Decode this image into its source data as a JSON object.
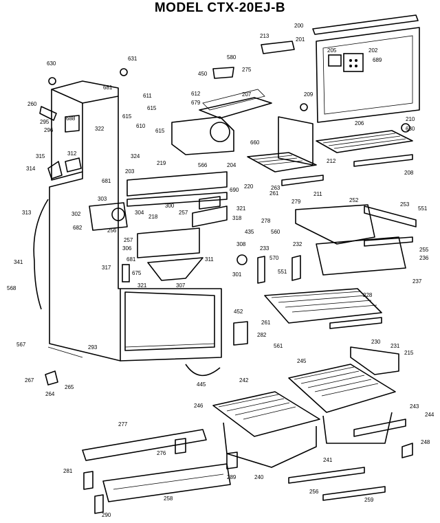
{
  "title": "MODEL CTX-20EJ-B",
  "callouts": [
    {
      "id": "c630a",
      "text": "630"
    },
    {
      "id": "c631",
      "text": "631"
    },
    {
      "id": "c580",
      "text": "580"
    },
    {
      "id": "c213",
      "text": "213"
    },
    {
      "id": "c200",
      "text": "200"
    },
    {
      "id": "c201",
      "text": "201"
    },
    {
      "id": "c205",
      "text": "205"
    },
    {
      "id": "c202",
      "text": "202"
    },
    {
      "id": "c689",
      "text": "689"
    },
    {
      "id": "c450",
      "text": "450"
    },
    {
      "id": "c275",
      "text": "275"
    },
    {
      "id": "c681",
      "text": "681"
    },
    {
      "id": "c612",
      "text": "612"
    },
    {
      "id": "c679",
      "text": "679"
    },
    {
      "id": "c207",
      "text": "207"
    },
    {
      "id": "c209",
      "text": "209"
    },
    {
      "id": "c260",
      "text": "260"
    },
    {
      "id": "c611",
      "text": "611"
    },
    {
      "id": "c615a",
      "text": "615"
    },
    {
      "id": "c615b",
      "text": "615"
    },
    {
      "id": "c615c",
      "text": "615"
    },
    {
      "id": "c610",
      "text": "610"
    },
    {
      "id": "c688",
      "text": "688"
    },
    {
      "id": "c322",
      "text": "322"
    },
    {
      "id": "c295",
      "text": "295"
    },
    {
      "id": "c296",
      "text": "296"
    },
    {
      "id": "c206",
      "text": "206"
    },
    {
      "id": "c210",
      "text": "210"
    },
    {
      "id": "c630b",
      "text": "630"
    },
    {
      "id": "c660",
      "text": "660"
    },
    {
      "id": "c324",
      "text": "324"
    },
    {
      "id": "c315",
      "text": "315"
    },
    {
      "id": "c312",
      "text": "312"
    },
    {
      "id": "c219",
      "text": "219"
    },
    {
      "id": "c566",
      "text": "566"
    },
    {
      "id": "c204",
      "text": "204"
    },
    {
      "id": "c212",
      "text": "212"
    },
    {
      "id": "c208",
      "text": "208"
    },
    {
      "id": "c314",
      "text": "314"
    },
    {
      "id": "c203",
      "text": "203"
    },
    {
      "id": "c681b",
      "text": "681"
    },
    {
      "id": "c690",
      "text": "690"
    },
    {
      "id": "c220",
      "text": "220"
    },
    {
      "id": "c263",
      "text": "263"
    },
    {
      "id": "c211",
      "text": "211"
    },
    {
      "id": "c313",
      "text": "313"
    },
    {
      "id": "c303",
      "text": "303"
    },
    {
      "id": "c300",
      "text": "300"
    },
    {
      "id": "c218",
      "text": "218"
    },
    {
      "id": "c257a",
      "text": "257"
    },
    {
      "id": "c321a",
      "text": "321"
    },
    {
      "id": "c261a",
      "text": "261"
    },
    {
      "id": "c279",
      "text": "279"
    },
    {
      "id": "c252",
      "text": "252"
    },
    {
      "id": "c253",
      "text": "253"
    },
    {
      "id": "c551",
      "text": "551"
    },
    {
      "id": "c302",
      "text": "302"
    },
    {
      "id": "c304",
      "text": "304"
    },
    {
      "id": "c682",
      "text": "682"
    },
    {
      "id": "c256",
      "text": "256"
    },
    {
      "id": "c318",
      "text": "318"
    },
    {
      "id": "c435",
      "text": "435"
    },
    {
      "id": "c278",
      "text": "278"
    },
    {
      "id": "c560",
      "text": "560"
    },
    {
      "id": "c257b",
      "text": "257"
    },
    {
      "id": "c306",
      "text": "306"
    },
    {
      "id": "c308",
      "text": "308"
    },
    {
      "id": "c233",
      "text": "233"
    },
    {
      "id": "c232",
      "text": "232"
    },
    {
      "id": "c255",
      "text": "255"
    },
    {
      "id": "c236",
      "text": "236"
    },
    {
      "id": "c681c",
      "text": "681"
    },
    {
      "id": "c311",
      "text": "311"
    },
    {
      "id": "c570",
      "text": "570"
    },
    {
      "id": "c551b",
      "text": "551"
    },
    {
      "id": "c237",
      "text": "237"
    },
    {
      "id": "c317",
      "text": "317"
    },
    {
      "id": "c675",
      "text": "675"
    },
    {
      "id": "c307",
      "text": "307"
    },
    {
      "id": "c301",
      "text": "301"
    },
    {
      "id": "c341",
      "text": "341"
    },
    {
      "id": "c568",
      "text": "568"
    },
    {
      "id": "c321b",
      "text": "321"
    },
    {
      "id": "c228",
      "text": "228"
    },
    {
      "id": "c452",
      "text": "452"
    },
    {
      "id": "c261b",
      "text": "261"
    },
    {
      "id": "c282",
      "text": "282"
    },
    {
      "id": "c561",
      "text": "561"
    },
    {
      "id": "c230",
      "text": "230"
    },
    {
      "id": "c231",
      "text": "231"
    },
    {
      "id": "c215",
      "text": "215"
    },
    {
      "id": "c567",
      "text": "567"
    },
    {
      "id": "c293",
      "text": "293"
    },
    {
      "id": "c267",
      "text": "267"
    },
    {
      "id": "c445",
      "text": "445"
    },
    {
      "id": "c264",
      "text": "264"
    },
    {
      "id": "c265",
      "text": "265"
    },
    {
      "id": "c245",
      "text": "245"
    },
    {
      "id": "c242",
      "text": "242"
    },
    {
      "id": "c246",
      "text": "246"
    },
    {
      "id": "c243",
      "text": "243"
    },
    {
      "id": "c244",
      "text": "244"
    },
    {
      "id": "c277",
      "text": "277"
    },
    {
      "id": "c276",
      "text": "276"
    },
    {
      "id": "c248",
      "text": "248"
    },
    {
      "id": "c241",
      "text": "241"
    },
    {
      "id": "c281",
      "text": "281"
    },
    {
      "id": "c289",
      "text": "289"
    },
    {
      "id": "c240",
      "text": "240"
    },
    {
      "id": "c258",
      "text": "258"
    },
    {
      "id": "c256b",
      "text": "256"
    },
    {
      "id": "c290",
      "text": "290"
    },
    {
      "id": "c259",
      "text": "259"
    }
  ]
}
